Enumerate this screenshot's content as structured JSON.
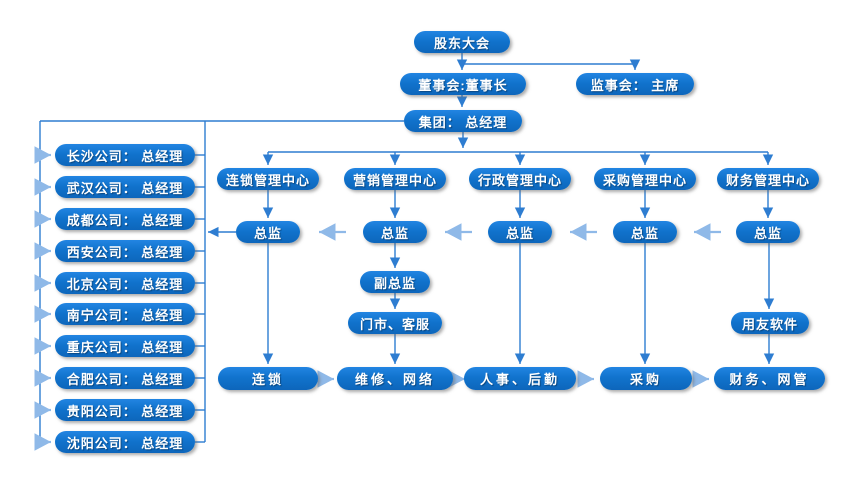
{
  "colors": {
    "node_fill": "#1173cd",
    "connector": "#2e7dd1",
    "light_arrow": "#8fb9e8",
    "text": "#ffffff",
    "background": "#ffffff"
  },
  "nodes": {
    "shareholders": "股东大会",
    "board": "董事会:董事长",
    "supervisory": "监事会： 主席",
    "group": "集团： 总经理",
    "companies": [
      "长沙公司： 总经理",
      "武汉公司： 总经理",
      "成都公司： 总经理",
      "西安公司： 总经理",
      "北京公司： 总经理",
      "南宁公司： 总经理",
      "重庆公司： 总经理",
      "合肥公司： 总经理",
      "贵阳公司： 总经理",
      "沈阳公司： 总经理"
    ],
    "centers": [
      "连锁管理中心",
      "营销管理中心",
      "行政管理中心",
      "采购管理中心",
      "财务管理中心"
    ],
    "directors": [
      "总监",
      "总监",
      "总监",
      "总监",
      "总监"
    ],
    "deputy_director": "副总监",
    "stores_customer_service": "门市、客服",
    "ufida_software": "用友软件",
    "departments": [
      "连锁",
      "维修、网络",
      "人事、后勤",
      "采购",
      "财务、网管"
    ]
  }
}
